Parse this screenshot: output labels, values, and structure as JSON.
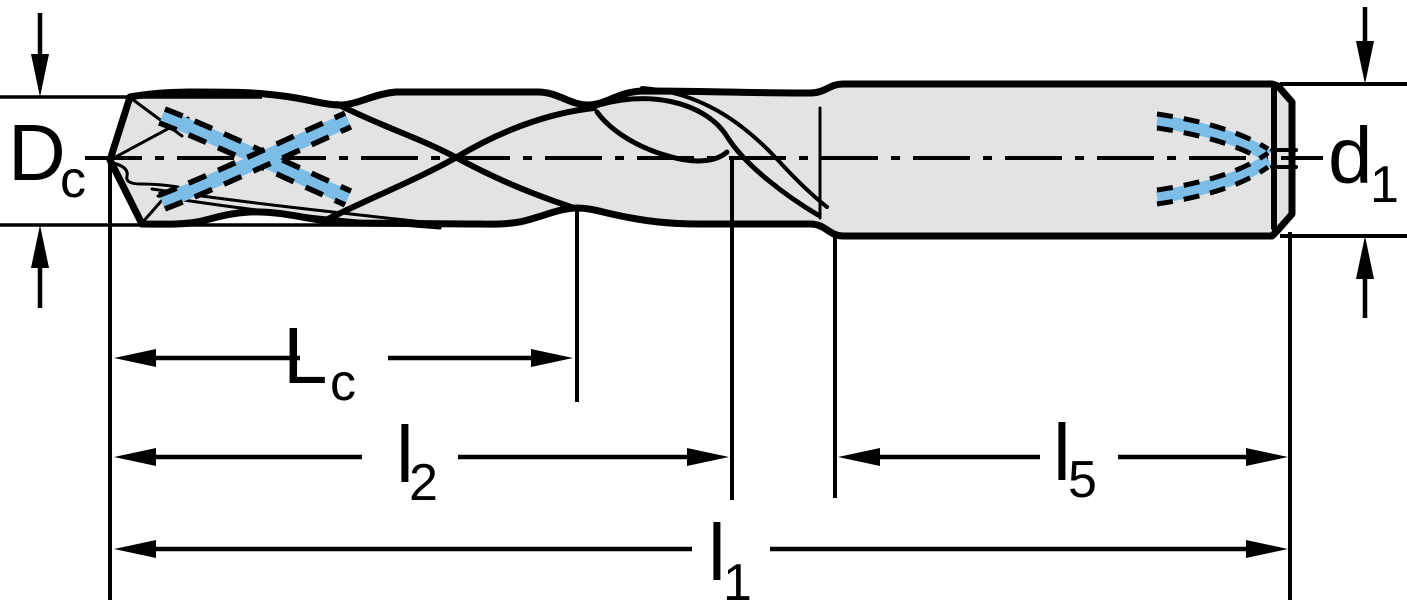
{
  "labels": {
    "dc": {
      "base": "D",
      "sub": "c"
    },
    "d1": {
      "base": "d",
      "sub": "1"
    },
    "lc": {
      "base": "L",
      "sub": "c"
    },
    "l2": {
      "base": "l",
      "sub": "2"
    },
    "l5": {
      "base": "l",
      "sub": "5"
    },
    "l1": {
      "base": "l",
      "sub": "1"
    }
  },
  "colors": {
    "background": "#ffffff",
    "body_fill": "#e3e3e3",
    "line": "#000000",
    "coolant_highlight": "#7cbde8"
  }
}
